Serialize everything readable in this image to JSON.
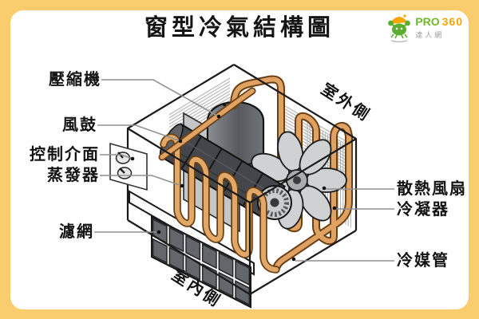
{
  "frame": {
    "bg_color": "#F9CC6D",
    "card_color": "#FFFFFF"
  },
  "header": {
    "title": "窗型冷氣結構圖"
  },
  "logo": {
    "mascot": "crab-icon",
    "brand_primary": "PRO",
    "brand_secondary": "360",
    "subtitle": "達人網",
    "green": "#6FB92C",
    "orange": "#F7A600"
  },
  "diagram": {
    "part_labels_left": [
      {
        "text": "壓縮機"
      },
      {
        "text": "風鼓"
      },
      {
        "text": "控制介面"
      },
      {
        "text": "蒸發器"
      },
      {
        "text": "濾網"
      }
    ],
    "part_labels_right": [
      {
        "text": "散熱風扇"
      },
      {
        "text": "冷凝器"
      },
      {
        "text": "冷媒管"
      }
    ],
    "side_labels": [
      {
        "text": "室外側"
      },
      {
        "text": "室內側"
      }
    ],
    "copper_color": "#DFA263",
    "copper_outline": "#6B4015",
    "metal_color": "#4A4D51",
    "leader_color": "#909090"
  }
}
